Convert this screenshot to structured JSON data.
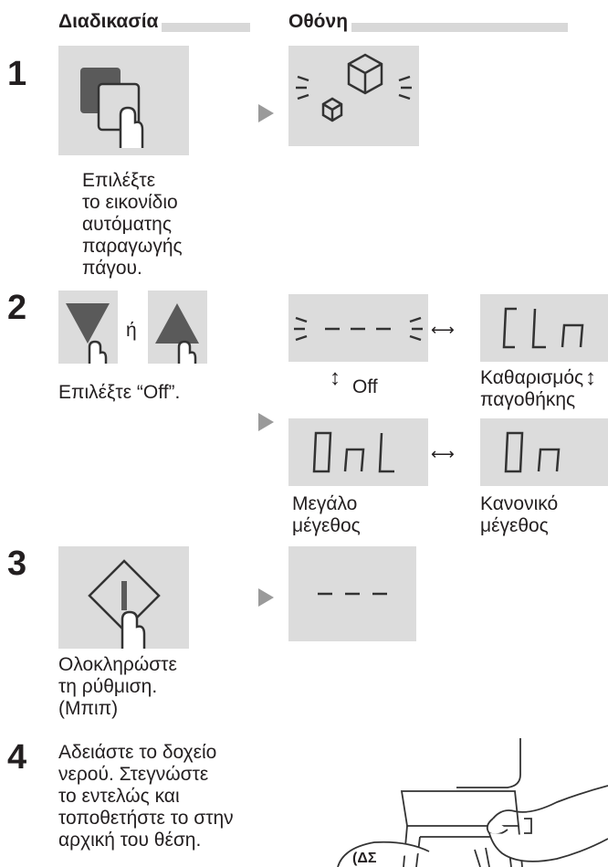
{
  "headers": {
    "procedure": "Διαδικασία",
    "display": "Οθόνη"
  },
  "step1": {
    "number": "1",
    "text": [
      "Επιλέξτε",
      "το εικονίδιο",
      "αυτόματης",
      "παραγωγής",
      "πάγου."
    ]
  },
  "step2": {
    "number": "2",
    "or": "ή",
    "text": "Επιλέξτε “Off”.",
    "labels": {
      "off": "Off",
      "cleaning": [
        "Καθαρισμός",
        "παγοθήκης"
      ],
      "large": [
        "Μεγάλο",
        "μέγεθος"
      ],
      "normal": [
        "Κανονικό",
        "μέγεθος"
      ]
    }
  },
  "step3": {
    "number": "3",
    "text": [
      "Ολοκληρώστε",
      "τη ρύθμιση.",
      "(Μπιπ)"
    ]
  },
  "step4": {
    "number": "4",
    "text": [
      "Αδειάστε το δοχείο",
      "νερού. Στεγνώστε",
      "το εντελώς και",
      "τοποθετήστε το στην",
      "αρχική του θέση."
    ],
    "callout": "(ΔΣ"
  },
  "colors": {
    "panel": "#dcdcdc",
    "arrow": "#9a9a9a",
    "icon_dark": "#5a5a5a",
    "segment": "#333333"
  }
}
